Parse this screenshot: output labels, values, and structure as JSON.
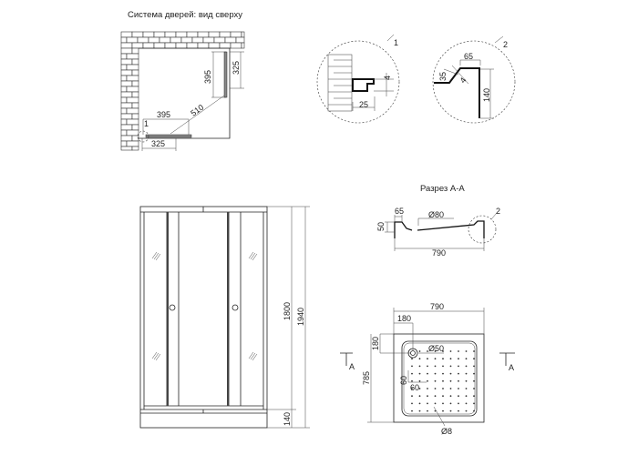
{
  "top_view": {
    "title": "Система дверей: вид сверху",
    "dims": [
      "395",
      "325",
      "510",
      "395",
      "325"
    ],
    "callout": "1"
  },
  "detail_1": {
    "label": "1",
    "dims": [
      "4",
      "25"
    ]
  },
  "detail_2": {
    "label": "2",
    "dims": [
      "65",
      "35",
      "4",
      "140"
    ]
  },
  "section": {
    "title": "Разрез А-А",
    "dims": [
      "65",
      "50",
      "Ø80",
      "790"
    ],
    "callout": "2"
  },
  "front_view": {
    "dims": [
      "1800",
      "1940",
      "140"
    ]
  },
  "plan": {
    "dims": [
      "790",
      "180",
      "180",
      "785",
      "Ø50",
      "60",
      "60",
      "Ø8"
    ],
    "section_marks": [
      "А",
      "А"
    ]
  }
}
